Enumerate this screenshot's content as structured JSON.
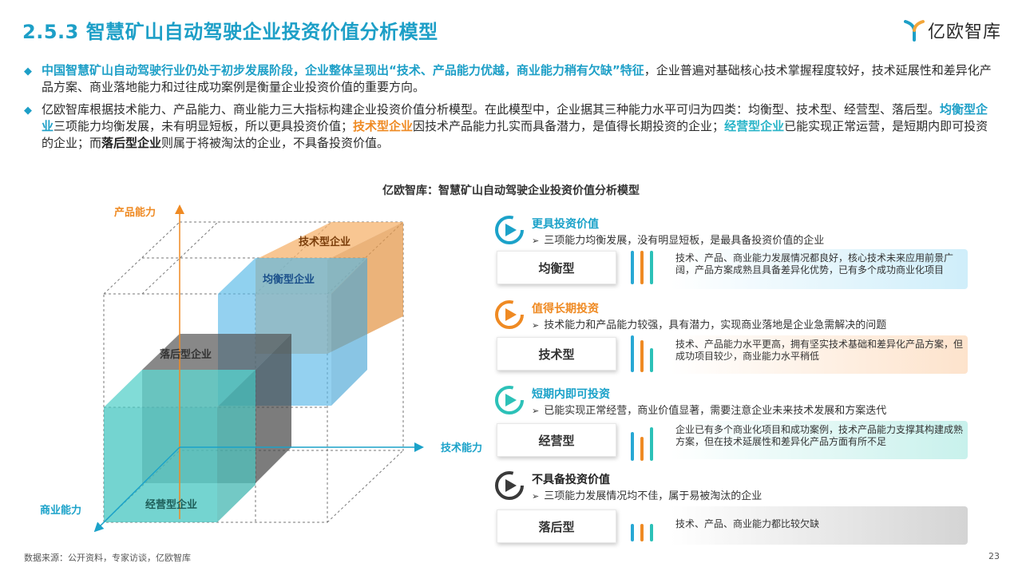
{
  "title": "2.5.3 智慧矿山自动驾驶企业投资价值分析模型",
  "logo": {
    "text": "亿欧智库"
  },
  "bullets": [
    {
      "s1": "中国智慧矿山自动驾驶行业仍处于初步发展阶段，企业整体呈现出“技术、产品能力优越，商业能力稍有欠缺”特征",
      "s2": "，企业普遍对基础核心技术掌握程度较好，技术延展性和差异化产品方案、商业落地能力和过往成功案例是衡量企业投资价值的重要方向。"
    },
    {
      "s1": "亿欧智库根据技术能力、产品能力、商业能力三大指标构建企业投资价值分析模型。在此模型中，企业据其三种能力水平可归为四类：均衡型、技术型、经营型、落后型。",
      "k1": "均衡型企业",
      "s2": "三项能力均衡发展，未有明显短板，所以更具投资价值；",
      "k2": "技术型企业",
      "s3": "因技术产品能力扎实而具备潜力，是值得长期投资的企业；",
      "k3": "经营型企业",
      "s4": "已能实现正常运营，是短期内即可投资的企业；而",
      "k4": "落后型企业",
      "s5": "则属于将被淘汰的企业，不具备投资价值。"
    }
  ],
  "chart": {
    "title": "亿欧智库：智慧矿山自动驾驶企业投资价值分析模型",
    "axes": {
      "y": "产品能力",
      "x": "技术能力",
      "z": "商业能力"
    },
    "cubes": {
      "tech": "技术型企业",
      "balanced": "均衡型企业",
      "lagging": "落后型企业",
      "operating": "经营型企业"
    }
  },
  "categories": [
    {
      "name": "更具投资价值",
      "sub": "三项能力均衡发展，没有明显短板，是最具备投资价值的企业",
      "label": "均衡型",
      "desc": "技术、产品、商业能力发展情况都良好，核心技术未来应用前景广阔，产品方案成熟且具备差异化优势，已有多个成功商业化项目"
    },
    {
      "name": "值得长期投资",
      "sub": "技术能力和产品能力较强，具有潜力，实现商业落地是企业急需解决的问题",
      "label": "技术型",
      "desc": "技术、产品能力水平更高，拥有坚实技术基础和差异化产品方案，但成功项目较少，商业能力水平稍低"
    },
    {
      "name": "短期内即可投资",
      "sub": "已能实现正常经营，商业价值显著，需要注意企业未来技术发展和方案迭代",
      "label": "经营型",
      "desc": "企业已有多个商业化项目和成功案例，技术产品能力支撑其构建成熟方案，但在技术延展性和差异化产品方面有所不足"
    },
    {
      "name": "不具备投资价值",
      "sub": "三项能力发展情况均不佳，属于易被淘汰的企业",
      "label": "落后型",
      "desc": "技术、产品、商业能力都比较欠缺"
    }
  ],
  "colors": {
    "title": "#1d9fc7",
    "balanced": "#1ba2c9",
    "tech": "#ef8a23",
    "operating": "#2cc1b8",
    "lagging": "#3a3a3a"
  },
  "footer": {
    "source": "数据来源：公开资料，专家访谈，亿欧智库",
    "page": "23"
  }
}
